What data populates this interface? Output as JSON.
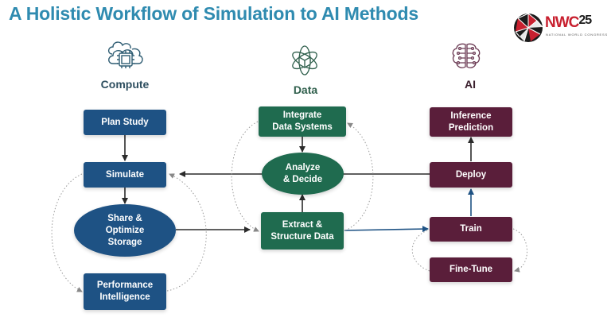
{
  "title": "A Holistic Workflow of Simulation to AI Methods",
  "logo": {
    "name": "NWC",
    "number": "25",
    "tagline": "NATIONAL WORLD CONGRESS",
    "icon": "geodesic-globe-icon"
  },
  "colors": {
    "title": "#2f8bb0",
    "compute": "#1e5284",
    "data": "#1f6b4f",
    "ai": "#5a1e3a",
    "arrow": "#2b2b2b",
    "arrow_blue": "#1e5284"
  },
  "columns": [
    {
      "id": "compute",
      "label": "Compute",
      "icon": "cloud-chip-icon"
    },
    {
      "id": "data",
      "label": "Data",
      "icon": "atom-cube-icon"
    },
    {
      "id": "ai",
      "label": "AI",
      "icon": "circuit-brain-icon"
    }
  ],
  "nodes": {
    "plan_study": "Plan Study",
    "simulate": "Simulate",
    "share_storage": "Share &\nOptimize\nStorage",
    "performance": "Performance\nIntelligence",
    "integrate": "Integrate\nData Systems",
    "analyze": "Analyze\n& Decide",
    "extract": "Extract &\nStructure Data",
    "inference": "Inference\nPrediction",
    "deploy": "Deploy",
    "train": "Train",
    "fine_tune": "Fine-Tune"
  }
}
